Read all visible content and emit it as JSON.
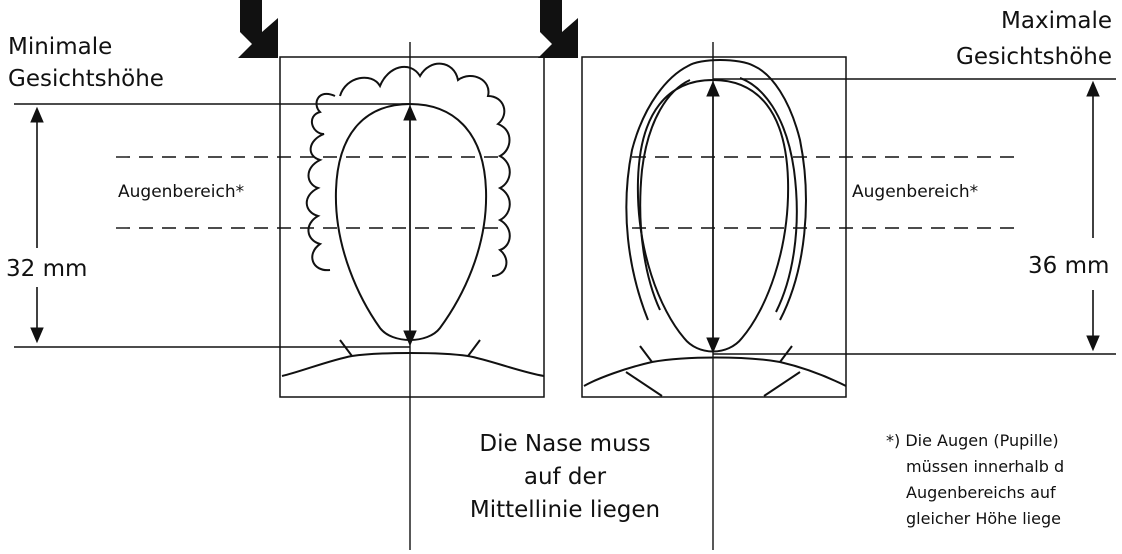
{
  "labels": {
    "min_title_line1": "Minimale",
    "min_title_line2": "Gesichtshöhe",
    "max_title_line1": "Maximale",
    "max_title_line2": "Gesichtshöhe",
    "eye_area_left": "Augenbereich*",
    "eye_area_right": "Augenbereich*",
    "min_measure": "32 mm",
    "max_measure": "36 mm",
    "nose_line1": "Die Nase muss",
    "nose_line2": "auf der",
    "nose_line3": "Mittellinie liegen",
    "footnote_line1": "*) Die Augen (Pupille)",
    "footnote_line2": "müssen innerhalb d",
    "footnote_line3": "Augenbereichs auf",
    "footnote_line4": "gleicher Höhe liege"
  },
  "colors": {
    "stroke": "#111111",
    "background": "#ffffff"
  },
  "icons": [
    "arrow-left-photo-icon",
    "arrow-right-photo-icon"
  ]
}
